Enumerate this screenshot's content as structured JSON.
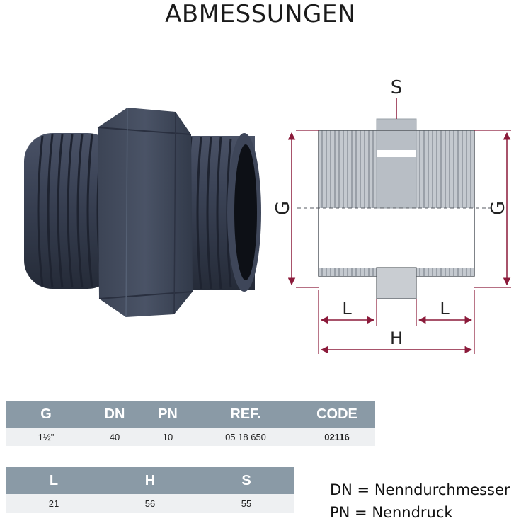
{
  "page": {
    "title": "ABMESSUNGEN"
  },
  "diagram": {
    "label_s": "S",
    "label_g_left": "G",
    "label_g_right": "G",
    "label_l_left": "L",
    "label_l_right": "L",
    "label_h": "H",
    "accent_color": "#8b1a3a"
  },
  "table1": {
    "headers": [
      "G",
      "DN",
      "PN",
      "REF.",
      "CODE"
    ],
    "row": [
      "1½\"",
      "40",
      "10",
      "05 18 650",
      "02116"
    ]
  },
  "table2": {
    "headers": [
      "L",
      "H",
      "S"
    ],
    "row": [
      "21",
      "56",
      "55"
    ]
  },
  "legend": {
    "dn": "DN = Nenndurchmesser",
    "pn": "PN = Nenndruck"
  },
  "colors": {
    "header_bg": "#8a9aa6",
    "row_bg": "#eef0f2",
    "pipe": "#3a4252"
  }
}
